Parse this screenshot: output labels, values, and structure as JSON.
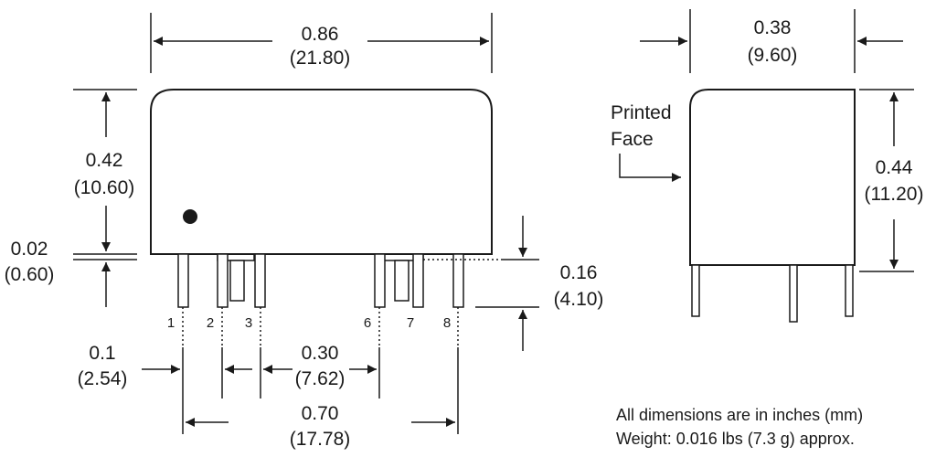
{
  "front_view": {
    "length": {
      "in": "0.86",
      "mm": "(21.80)"
    },
    "height": {
      "in": "0.42",
      "mm": "(10.60)"
    },
    "standoff": {
      "in": "0.02",
      "mm": "(0.60)"
    },
    "pin_length": {
      "in": "0.16",
      "mm": "(4.10)"
    },
    "pin_pitch": {
      "in": "0.1",
      "mm": "(2.54)"
    },
    "pin_spacing_mid": {
      "in": "0.30",
      "mm": "(7.62)"
    },
    "pin_span": {
      "in": "0.70",
      "mm": "(17.78)"
    },
    "pin_numbers": [
      "1",
      "2",
      "3",
      "6",
      "7",
      "8"
    ]
  },
  "side_view": {
    "width": {
      "in": "0.38",
      "mm": "(9.60)"
    },
    "height": {
      "in": "0.44",
      "mm": "(11.20)"
    },
    "label_line1": "Printed",
    "label_line2": "Face"
  },
  "notes": {
    "line1": "All dimensions are in inches (mm)",
    "line2": "Weight: 0.016 lbs (7.3 g) approx."
  }
}
